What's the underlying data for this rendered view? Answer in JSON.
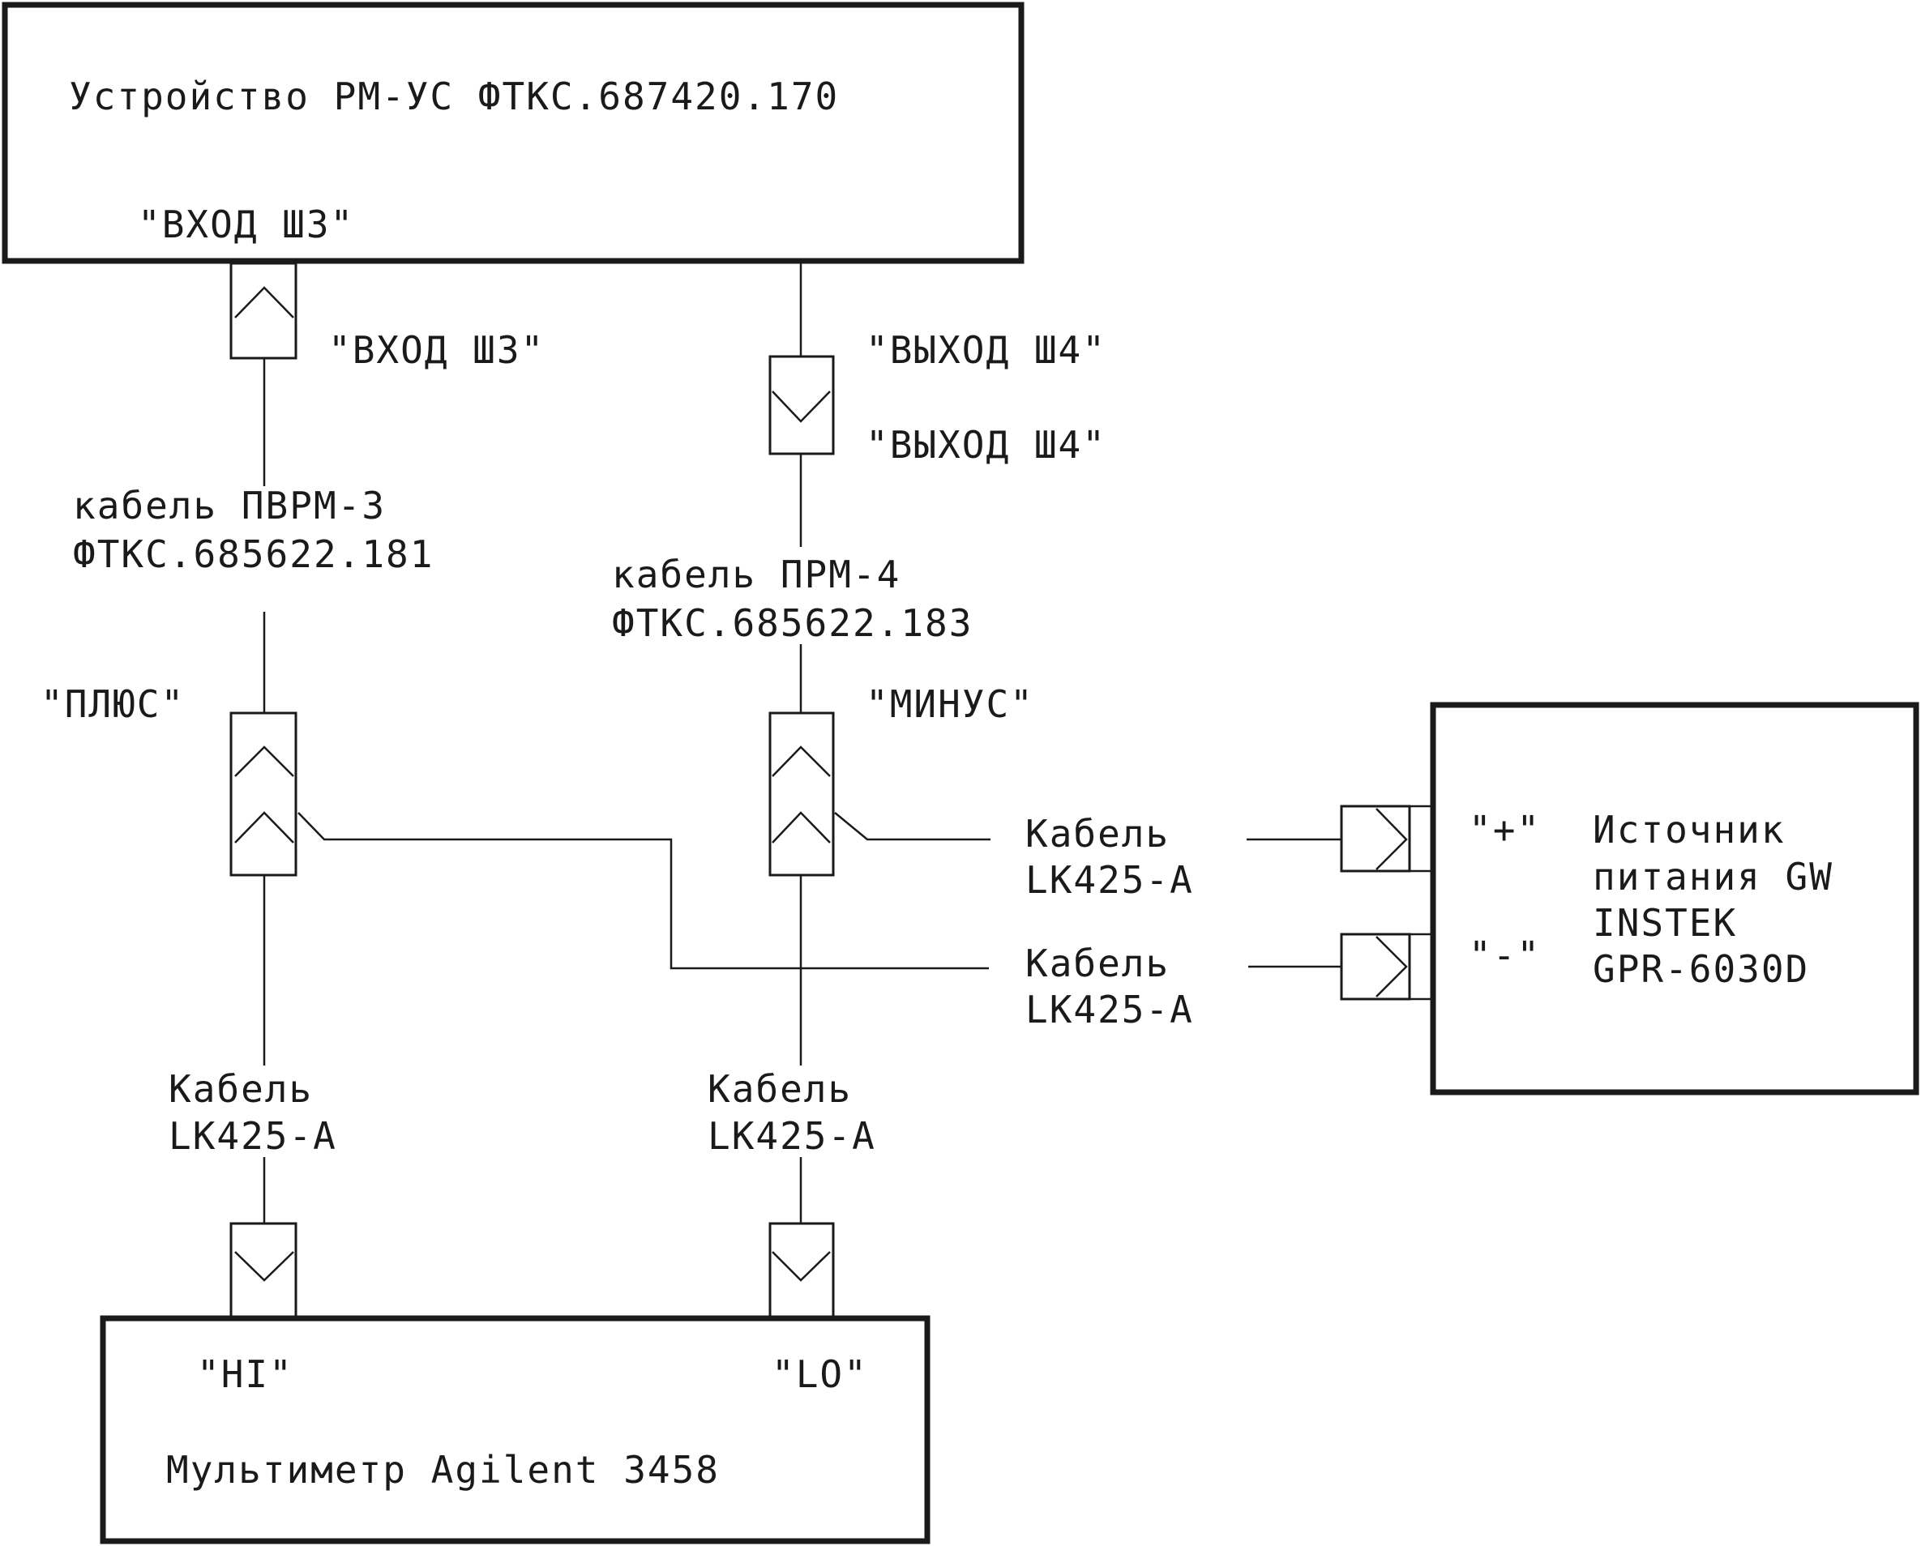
{
  "device": {
    "title": "Устройство РМ-УС ФТКС.687420.170",
    "port_label": "\"ВХОД Ш3\""
  },
  "connectors": {
    "input_sh3": "\"ВХОД Ш3\"",
    "output_sh4_top": "\"ВЫХОД Ш4\"",
    "output_sh4_bottom": "\"ВЫХОД Ш4\"",
    "plus": "\"ПЛЮС\"",
    "minus": "\"МИНУС\""
  },
  "cables": {
    "pvrm3": {
      "line1": "кабель ПВРМ-3",
      "line2": "ФТКС.685622.181"
    },
    "prm4": {
      "line1": "кабель ПРМ-4",
      "line2": "ФТКС.685622.183"
    },
    "lk_to_plus": {
      "line1": "Кабель",
      "line2": "LK425-A"
    },
    "lk_to_minus": {
      "line1": "Кабель",
      "line2": "LK425-A"
    },
    "lk_to_hi": {
      "line1": "Кабель",
      "line2": "LK425-A"
    },
    "lk_to_lo": {
      "line1": "Кабель",
      "line2": "LK425-A"
    }
  },
  "power_supply": {
    "plus_label": "\"+\"",
    "minus_label": "\"-\"",
    "name_line1": "Источник",
    "name_line2": "питания GW",
    "name_line3": "INSTEK",
    "name_line4": "GPR-6030D"
  },
  "multimeter": {
    "hi_label": "\"HI\"",
    "lo_label": "\"LO\"",
    "name": "Мультиметр Agilent 3458"
  }
}
